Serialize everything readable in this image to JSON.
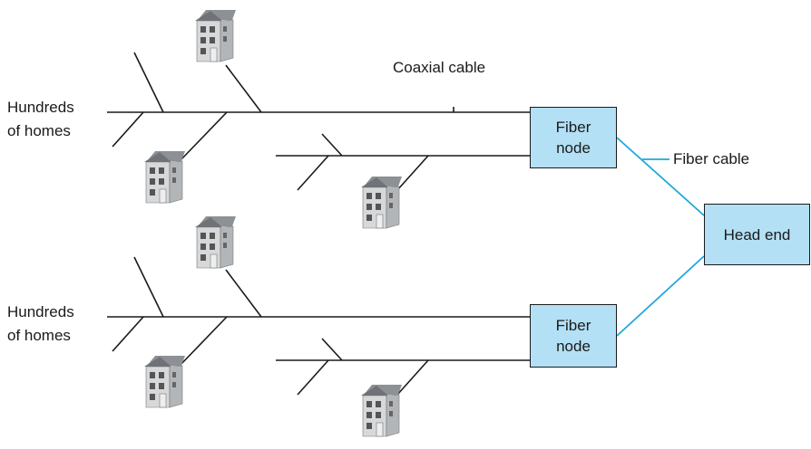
{
  "labels": {
    "coaxial_cable": "Coaxial cable",
    "fiber_cable": "Fiber cable",
    "homes_top_line1": "Hundreds",
    "homes_top_line2": "of homes",
    "homes_bottom_line1": "Hundreds",
    "homes_bottom_line2": "of homes"
  },
  "nodes": {
    "fiber_node_top": {
      "line1": "Fiber",
      "line2": "node"
    },
    "fiber_node_bottom": {
      "line1": "Fiber",
      "line2": "node"
    },
    "head_end": "Head end"
  },
  "colors": {
    "node_fill": "#b3e0f5",
    "fiber_line": "#1ea7dc",
    "coax_line": "#1a1a1a",
    "house_wall": "#c9cbcd",
    "house_roof": "#8d9094"
  },
  "icons": [
    "house-icon"
  ]
}
